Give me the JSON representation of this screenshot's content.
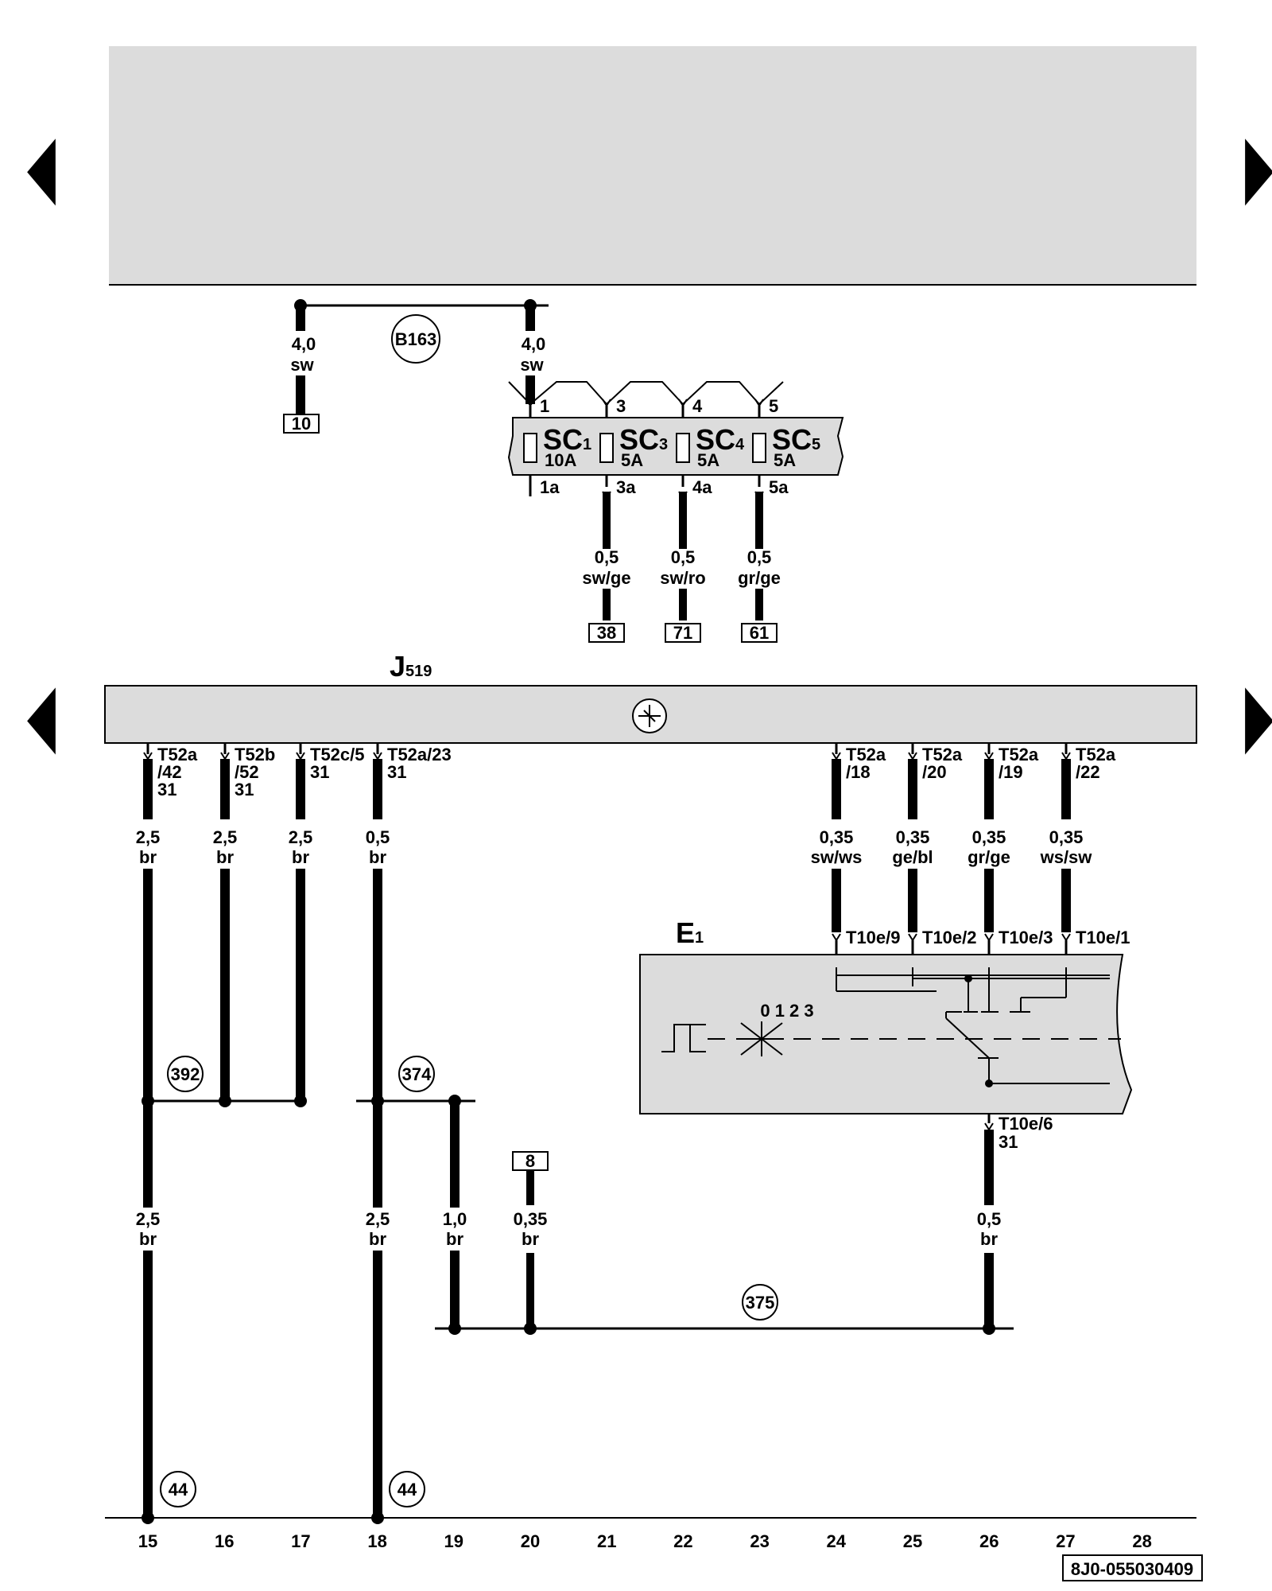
{
  "nav": {
    "arrow_left_upper": "◀",
    "arrow_right_upper": "▶",
    "arrow_left_lower": "◀",
    "arrow_right_lower": "▶"
  },
  "top": {
    "connector": "B163",
    "wire_left_size": "4,0",
    "wire_left_color": "sw",
    "wire_right_size": "4,0",
    "wire_right_color": "sw",
    "ref_box": "10"
  },
  "fuse_box": {
    "pins_in": [
      "1",
      "3",
      "4",
      "5"
    ],
    "fuses": [
      {
        "name": "SC",
        "sub": "1",
        "rating": "10A"
      },
      {
        "name": "SC",
        "sub": "3",
        "rating": "5A"
      },
      {
        "name": "SC",
        "sub": "4",
        "rating": "5A"
      },
      {
        "name": "SC",
        "sub": "5",
        "rating": "5A"
      }
    ],
    "pins_out": [
      "1a",
      "3a",
      "4a",
      "5a"
    ],
    "wires_out": [
      {
        "size": "0,5",
        "color": "sw/ge",
        "ref": "38"
      },
      {
        "size": "0,5",
        "color": "sw/ro",
        "ref": "71"
      },
      {
        "size": "0,5",
        "color": "gr/ge",
        "ref": "61"
      }
    ]
  },
  "j519": {
    "name": "J",
    "sub": "519",
    "left_pins": [
      {
        "l1": "T52a",
        "l2": "/42",
        "l3": "31"
      },
      {
        "l1": "T52b",
        "l2": "/52",
        "l3": "31"
      },
      {
        "l1": "T52c/5",
        "l2": "31",
        "l3": ""
      },
      {
        "l1": "T52a/23",
        "l2": "31",
        "l3": ""
      }
    ],
    "right_pins": [
      {
        "l1": "T52a",
        "l2": "/18"
      },
      {
        "l1": "T52a",
        "l2": "/20"
      },
      {
        "l1": "T52a",
        "l2": "/19"
      },
      {
        "l1": "T52a",
        "l2": "/22"
      }
    ]
  },
  "wires_left": [
    {
      "size": "2,5",
      "color": "br"
    },
    {
      "size": "2,5",
      "color": "br"
    },
    {
      "size": "2,5",
      "color": "br"
    },
    {
      "size": "0,5",
      "color": "br"
    }
  ],
  "wires_right": [
    {
      "size": "0,35",
      "color": "sw/ws"
    },
    {
      "size": "0,35",
      "color": "ge/bl"
    },
    {
      "size": "0,35",
      "color": "gr/ge"
    },
    {
      "size": "0,35",
      "color": "ws/sw"
    }
  ],
  "e1": {
    "name": "E",
    "sub": "1",
    "pins_top": [
      "T10e/9",
      "T10e/2",
      "T10e/3",
      "T10e/1"
    ],
    "switch_positions": "0 1 2 3",
    "pin_bottom": "T10e/6",
    "pin_bottom_sub": "31"
  },
  "ground_points": {
    "left": "392",
    "mid": "374",
    "right": "375",
    "bottom_a": "44",
    "bottom_b": "44"
  },
  "ref_box_8": "8",
  "lower_wires": [
    {
      "size": "2,5",
      "color": "br"
    },
    {
      "size": "2,5",
      "color": "br"
    },
    {
      "size": "1,0",
      "color": "br"
    },
    {
      "size": "0,35",
      "color": "br"
    },
    {
      "size": "0,5",
      "color": "br"
    }
  ],
  "columns": [
    "15",
    "16",
    "17",
    "18",
    "19",
    "20",
    "21",
    "22",
    "23",
    "24",
    "25",
    "26",
    "27",
    "28"
  ],
  "drawing_code": "8J0-055030409"
}
